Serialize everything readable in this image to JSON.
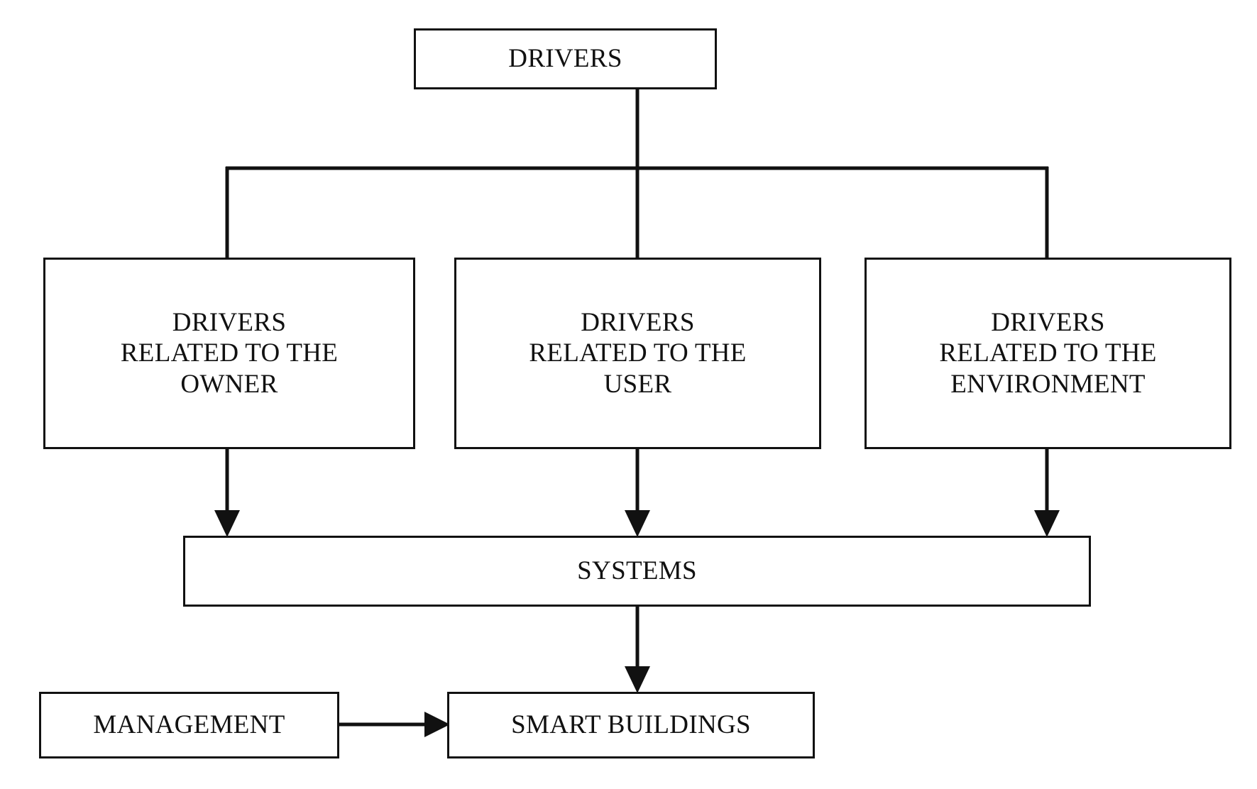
{
  "diagram": {
    "title": "Drivers of Smart Buildings flowchart",
    "background_color": "#ffffff",
    "stroke_color": "#111111",
    "text_color": "#111111",
    "nodes": {
      "drivers": "DRIVERS",
      "owner": "DRIVERS\nRELATED TO THE\nOWNER",
      "user": "DRIVERS\nRELATED TO THE\nUSER",
      "environment": "DRIVERS\nRELATED TO THE\nENVIRONMENT",
      "systems": "SYSTEMS",
      "management": "MANAGEMENT",
      "smart_buildings": "SMART BUILDINGS"
    },
    "edges": [
      {
        "from": "drivers",
        "to": "owner",
        "style": "orthogonal",
        "arrowhead": false
      },
      {
        "from": "drivers",
        "to": "user",
        "style": "orthogonal",
        "arrowhead": false
      },
      {
        "from": "drivers",
        "to": "environment",
        "style": "orthogonal",
        "arrowhead": false
      },
      {
        "from": "owner",
        "to": "systems",
        "style": "straight",
        "arrowhead": true
      },
      {
        "from": "user",
        "to": "systems",
        "style": "straight",
        "arrowhead": true
      },
      {
        "from": "environment",
        "to": "systems",
        "style": "straight",
        "arrowhead": true
      },
      {
        "from": "systems",
        "to": "smart_buildings",
        "style": "straight",
        "arrowhead": true
      },
      {
        "from": "management",
        "to": "smart_buildings",
        "style": "straight",
        "arrowhead": true
      }
    ]
  }
}
